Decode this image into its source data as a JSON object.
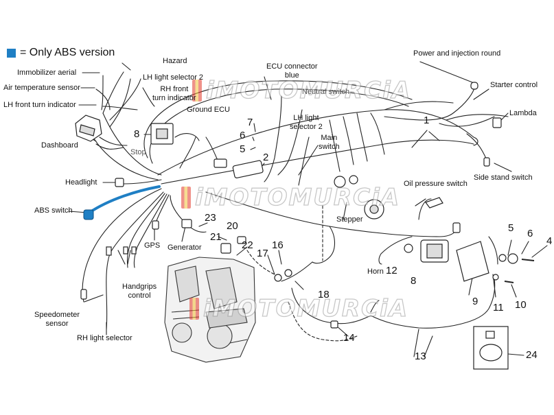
{
  "legend": {
    "text": "= Only ABS version",
    "color": "#1f7fc4"
  },
  "watermark": "iMOTOMURCiA",
  "labels": {
    "hazard": "Hazard",
    "immobilizer": "Immobilizer aerial",
    "air_temp": "Air temperature sensor",
    "lh_front_turn": "LH front turn indicator",
    "dashboard": "Dashboard",
    "lh_light_selector": "LH light selector 2",
    "rh_front_turn_1": "RH front",
    "rh_front_turn_2": "turn indicator",
    "ground_ecu": "Ground ECU",
    "stop": "Stop",
    "headlight": "Headlight",
    "abs_switch": "ABS switch",
    "gps": "GPS",
    "generator": "Generator",
    "handgrips_1": "Handgrips",
    "handgrips_2": "control",
    "speedometer_1": "Speedometer",
    "speedometer_2": "sensor",
    "rh_light_selector": "RH light selector",
    "ecu_connector_1": "ECU connector",
    "ecu_connector_2": "blue",
    "neutral_switch": "Neutral switch",
    "lh_light_sel2_1": "LH light",
    "lh_light_sel2_2": "selector 2",
    "main_switch_1": "Main",
    "main_switch_2": "switch",
    "power_injection": "Power and injection round",
    "starter_control": "Starter control",
    "lambda": "Lambda",
    "side_stand": "Side stand switch",
    "oil_pressure": "Oil pressure switch",
    "stepper": "Stepper",
    "horn": "Horn"
  },
  "numbers": {
    "n1": "1",
    "n2": "2",
    "n5a": "5",
    "n6a": "6",
    "n7": "7",
    "n8a": "8",
    "n20": "20",
    "n21": "21",
    "n22": "22",
    "n23": "23",
    "n16": "16",
    "n17": "17",
    "n18": "18",
    "n14": "14",
    "n12": "12",
    "n8b": "8",
    "n9": "9",
    "n5b": "5",
    "n6b": "6",
    "n4": "4",
    "n10": "10",
    "n11": "11",
    "n13": "13",
    "n24": "24"
  }
}
